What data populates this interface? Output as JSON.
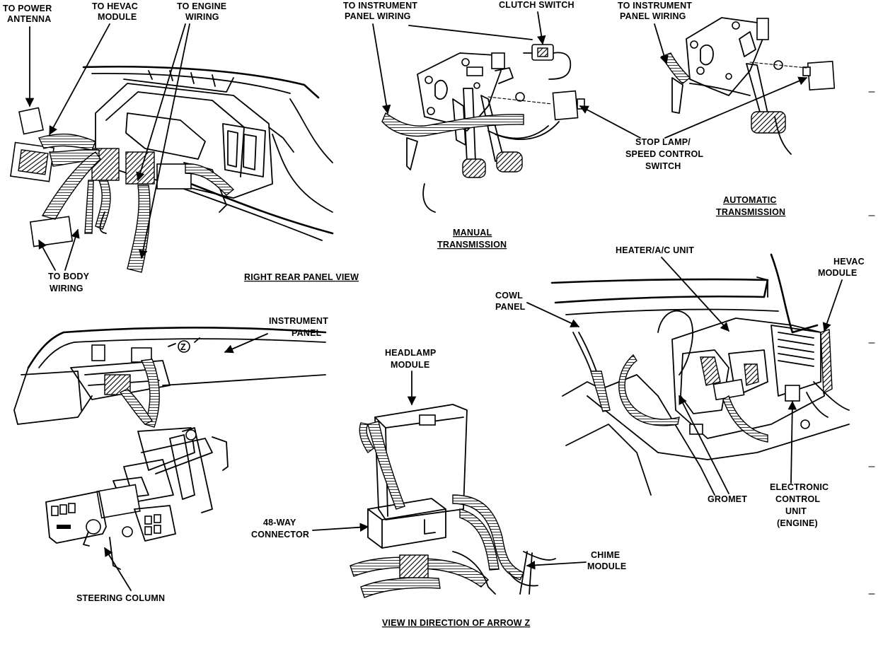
{
  "views": {
    "right_rear": {
      "title": "RIGHT REAR PANEL VIEW",
      "labels": {
        "power_antenna": [
          "TO POWER",
          "ANTENNA"
        ],
        "hevac_module": [
          "TO HEVAC",
          "MODULE"
        ],
        "engine_wiring": [
          "TO ENGINE",
          "WIRING"
        ],
        "body_wiring": [
          "TO BODY",
          "WIRING"
        ]
      }
    },
    "manual": {
      "title": [
        "MANUAL",
        "TRANSMISSION"
      ],
      "labels": {
        "instrument_panel_wiring": [
          "TO INSTRUMENT",
          "PANEL WIRING"
        ],
        "clutch_switch": [
          "CLUTCH SWITCH"
        ]
      }
    },
    "automatic": {
      "title": [
        "AUTOMATIC",
        "TRANSMISSION"
      ],
      "labels": {
        "instrument_panel_wiring": [
          "TO INSTRUMENT",
          "PANEL WIRING"
        ],
        "stop_lamp": [
          "STOP LAMP/",
          "SPEED CONTROL",
          "SWITCH"
        ]
      }
    },
    "cowl": {
      "labels": {
        "heater_ac": [
          "HEATER/A/C UNIT"
        ],
        "hevac_module": [
          "HEVAC",
          "MODULE"
        ],
        "cowl_panel": [
          "COWL",
          "PANEL"
        ],
        "gromet": [
          "GROMET"
        ],
        "ecu": [
          "ELECTRONIC",
          "CONTROL",
          "UNIT",
          "(ENGINE)"
        ]
      }
    },
    "steering": {
      "labels": {
        "instrument_panel": [
          "INSTRUMENT",
          "PANEL"
        ],
        "steering_column": [
          "STEERING COLUMN"
        ],
        "arrow_z": "Z"
      }
    },
    "arrow_z": {
      "title": "VIEW IN DIRECTION OF ARROW Z",
      "labels": {
        "headlamp_module": [
          "HEADLAMP",
          "MODULE"
        ],
        "connector_48": [
          "48-WAY",
          "CONNECTOR"
        ],
        "chime_module": [
          "CHIME",
          "MODULE"
        ]
      }
    }
  }
}
